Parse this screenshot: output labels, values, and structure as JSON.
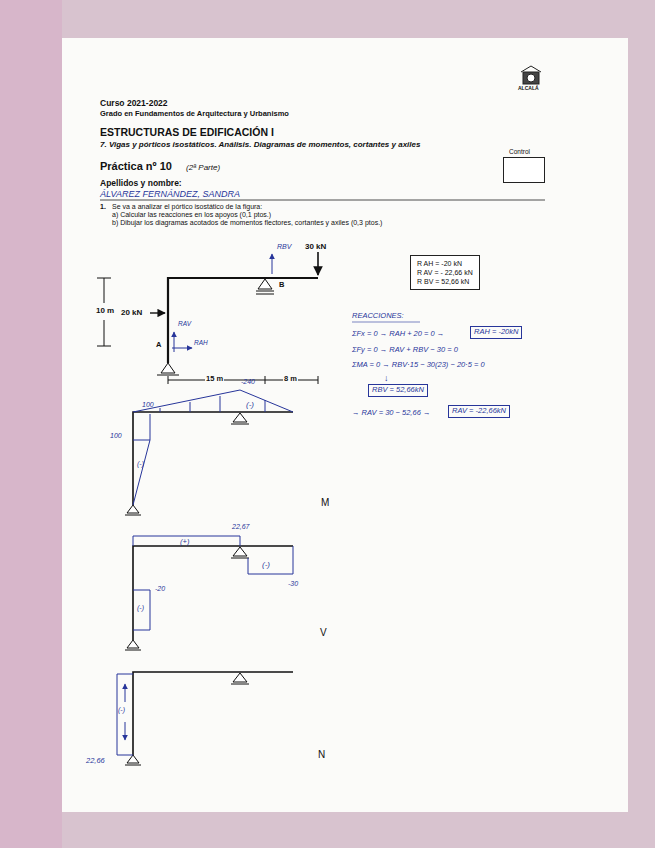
{
  "diagram": {
    "nodes": [
      {
        "text": [
          "Control"
        ]
      },
      {
        "text": [
          "R AH = -20 kN",
          "R AV = - 22,66 kN",
          "R BV = 52,66 kN"
        ]
      },
      {
        "text": [
          "RAH = -20kN"
        ]
      },
      {
        "text": [
          "RBV = 52,66kN"
        ]
      },
      {
        "text": [
          "RAV = -22,66kN"
        ]
      }
    ],
    "labels": [
      "ALCALÁ",
      "Curso 2021-2022",
      "Grado en Fundamentos de Arquitectura y Urbanismo",
      "ESTRUCTURAS DE EDIFICACIÓN I",
      "7. Vigas y pórticos isostáticos. Análisis. Diagramas de momentos, cortantes y axiles",
      "Práctica nº 10",
      "(2ª Parte)",
      "Apellidos y nombre:",
      "ÁLVAREZ FERNÁNDEZ, SANDRA",
      "1.",
      "Se va a analizar el pórtico isostático de la figura:",
      "a) Calcular las reacciones en los apoyos (0,1 ptos.)",
      "b) Dibujar los diagramas acotados de momentos flectores, cortantes y axiles (0,3 ptos.)",
      "RBV",
      "30 kN",
      "B",
      "10 m",
      "20 kN",
      "RAV",
      "A",
      "RAH",
      "15 m",
      "8 m",
      "REACCIONES:",
      "ΣFx = 0 → RAH + 20 = 0 →",
      "ΣFy = 0 → RAV + RBV − 30 = 0",
      "ΣMA = 0 → RBV·15 − 30(23) − 20·5 = 0",
      "↓",
      "→ RAV = 30 − 52,66 →",
      "-240",
      "100",
      "100",
      "(-)",
      "(-)",
      "M",
      "22,67",
      "(+)",
      "(-)",
      "-30",
      "(-)",
      "-20",
      "V",
      "(-)",
      "22,66",
      "N"
    ]
  }
}
